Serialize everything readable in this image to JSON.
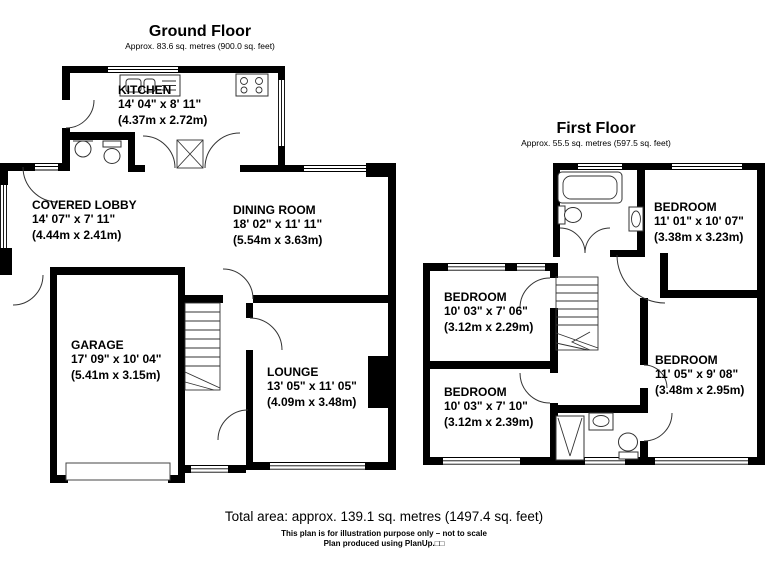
{
  "ground_floor": {
    "title": "Ground Floor",
    "subtitle": "Approx. 83.6 sq. metres (900.0 sq. feet)",
    "rooms": [
      {
        "name": "KITCHEN",
        "imperial": "14' 04\" x 8' 11\"",
        "metric": "(4.37m x 2.72m)"
      },
      {
        "name": "COVERED LOBBY",
        "imperial": "14' 07\" x 7' 11\"",
        "metric": "(4.44m x 2.41m)"
      },
      {
        "name": "DINING ROOM",
        "imperial": "18' 02\" x 11' 11\"",
        "metric": "(5.54m x 3.63m)"
      },
      {
        "name": "GARAGE",
        "imperial": "17' 09\" x 10' 04\"",
        "metric": "(5.41m x 3.15m)"
      },
      {
        "name": "LOUNGE",
        "imperial": "13' 05\" x 11' 05\"",
        "metric": "(4.09m x 3.48m)"
      }
    ]
  },
  "first_floor": {
    "title": "First Floor",
    "subtitle": "Approx. 55.5 sq. metres (597.5 sq. feet)",
    "rooms": [
      {
        "name": "BEDROOM",
        "imperial": "11' 01\" x 10' 07\"",
        "metric": "(3.38m x 3.23m)"
      },
      {
        "name": "BEDROOM",
        "imperial": "10' 03\" x 7' 06\"",
        "metric": "(3.12m x 2.29m)"
      },
      {
        "name": "BEDROOM",
        "imperial": "11' 05\" x 9' 08\"",
        "metric": "(3.48m x 2.95m)"
      },
      {
        "name": "BEDROOM",
        "imperial": "10' 03\" x 7' 10\"",
        "metric": "(3.12m x 2.39m)"
      }
    ]
  },
  "footer": {
    "total_area": "Total area: approx. 139.1 sq. metres (1497.4 sq. feet)",
    "disclaimer": "This plan is for illustration purpose only – not to scale",
    "credit": "Plan produced using PlanUp.□□"
  },
  "colors": {
    "wall": "#000000",
    "background": "#ffffff",
    "line": "#333333"
  }
}
